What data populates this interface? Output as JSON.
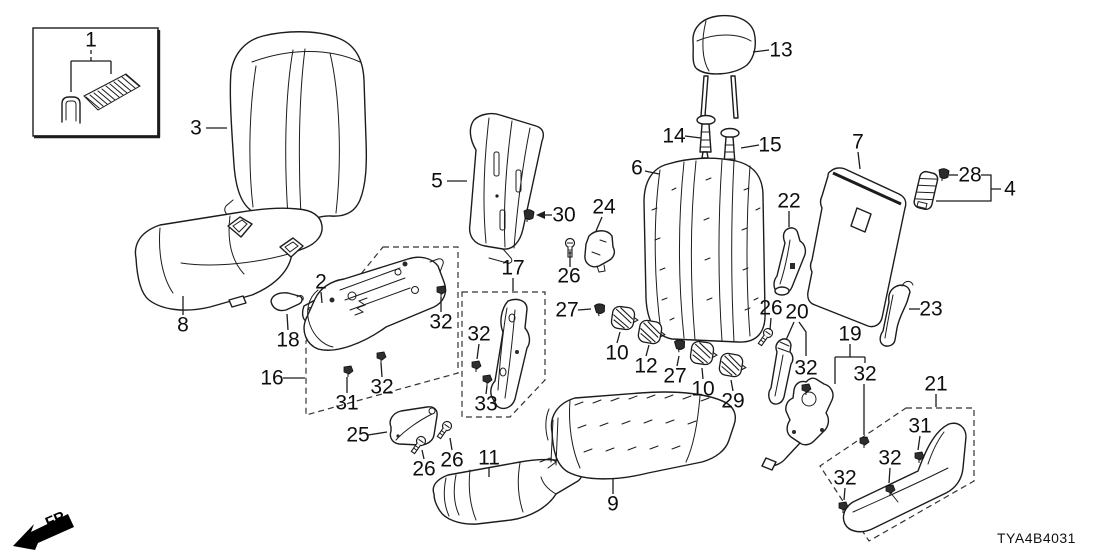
{
  "diagram": {
    "code": "TYA4B4031",
    "fr_label": "FR.",
    "type": "exploded-parts-diagram",
    "subject": "rear seat assembly",
    "background_color": "#ffffff",
    "line_color": "#1c1c1c",
    "unique_part_numbers": [
      1,
      2,
      3,
      4,
      5,
      6,
      7,
      8,
      9,
      10,
      11,
      12,
      13,
      14,
      15,
      16,
      17,
      18,
      19,
      20,
      21,
      22,
      23,
      24,
      25,
      26,
      27,
      28,
      29,
      30,
      31,
      32,
      33
    ]
  },
  "callouts": [
    {
      "text": "1"
    },
    {
      "text": "3"
    },
    {
      "text": "5"
    },
    {
      "text": "30"
    },
    {
      "text": "24"
    },
    {
      "text": "26"
    },
    {
      "text": "13"
    },
    {
      "text": "14"
    },
    {
      "text": "15"
    },
    {
      "text": "6"
    },
    {
      "text": "22"
    },
    {
      "text": "7"
    },
    {
      "text": "28"
    },
    {
      "text": "4"
    },
    {
      "text": "23"
    },
    {
      "text": "8"
    },
    {
      "text": "2"
    },
    {
      "text": "18"
    },
    {
      "text": "16"
    },
    {
      "text": "31"
    },
    {
      "text": "32"
    },
    {
      "text": "32"
    },
    {
      "text": "17"
    },
    {
      "text": "32"
    },
    {
      "text": "33"
    },
    {
      "text": "25"
    },
    {
      "text": "26"
    },
    {
      "text": "26"
    },
    {
      "text": "11"
    },
    {
      "text": "9"
    },
    {
      "text": "27"
    },
    {
      "text": "10"
    },
    {
      "text": "12"
    },
    {
      "text": "27"
    },
    {
      "text": "10"
    },
    {
      "text": "29"
    },
    {
      "text": "26"
    },
    {
      "text": "20"
    },
    {
      "text": "32"
    },
    {
      "text": "19"
    },
    {
      "text": "32"
    },
    {
      "text": "21"
    },
    {
      "text": "31"
    },
    {
      "text": "32"
    },
    {
      "text": "32"
    }
  ]
}
